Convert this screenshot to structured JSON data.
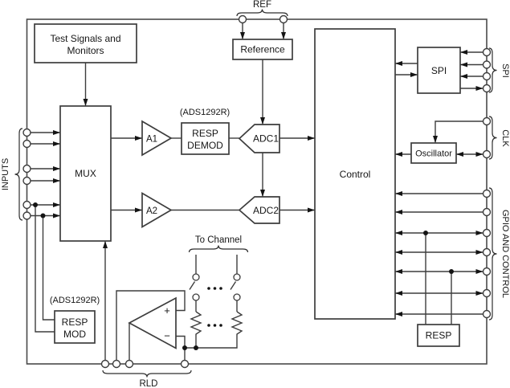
{
  "blocks": {
    "test_signals": {
      "line1": "Test Signals and",
      "line2": "Monitors"
    },
    "mux": "MUX",
    "a1": "A1",
    "a2": "A2",
    "resp_demod": {
      "note": "(ADS1292R)",
      "line1": "RESP",
      "line2": "DEMOD"
    },
    "adc1": "ADC1",
    "adc2": "ADC2",
    "reference": "Reference",
    "control": "Control",
    "spi": "SPI",
    "oscillator": "Oscillator",
    "resp": "RESP",
    "resp_mod": {
      "note": "(ADS1292R)",
      "line1": "RESP",
      "line2": "MOD"
    },
    "rld_amp": {
      "plus": "+",
      "minus": "−"
    }
  },
  "pin_groups": {
    "ref": "REF",
    "inputs": "INPUTS",
    "spi": "SPI",
    "clk": "CLK",
    "gpio": "GPIO AND CONTROL",
    "rld": "RLD"
  },
  "annotations": {
    "to_channel": "To Channel"
  },
  "colors": {
    "line": "#3d3d3d",
    "text": "#161616",
    "background": "#ffffff"
  }
}
